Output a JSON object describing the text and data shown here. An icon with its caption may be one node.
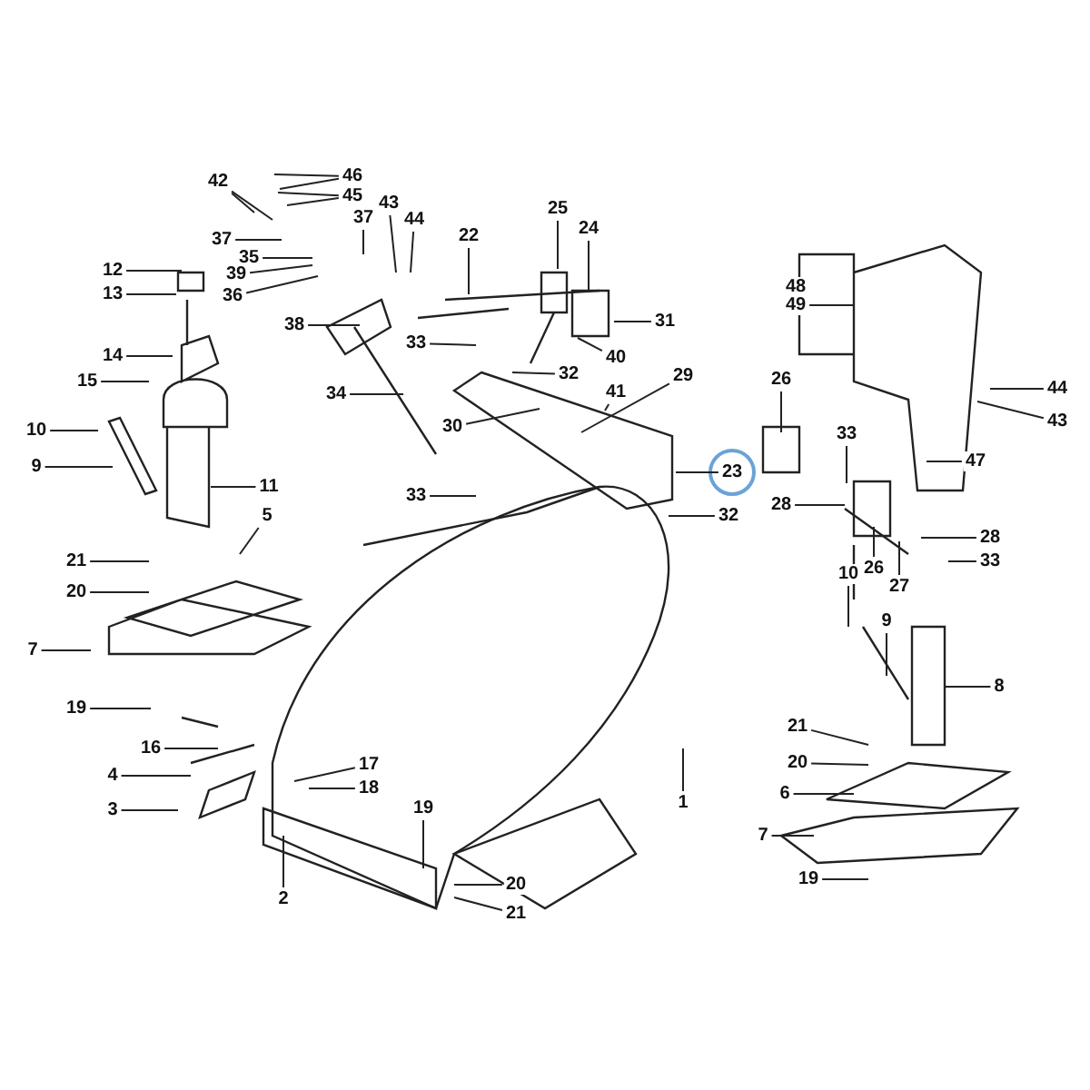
{
  "diagram": {
    "nodes": [
      {
        "text": [
          "46"
        ]
      },
      {
        "text": [
          "45"
        ]
      },
      {
        "text": [
          "42"
        ]
      },
      {
        "text": [
          "37"
        ]
      },
      {
        "text": [
          "35"
        ]
      },
      {
        "text": [
          "39"
        ]
      },
      {
        "text": [
          "36"
        ]
      },
      {
        "text": [
          "43"
        ]
      },
      {
        "text": [
          "44"
        ]
      },
      {
        "text": [
          "37"
        ]
      },
      {
        "text": [
          "12"
        ]
      },
      {
        "text": [
          "13"
        ]
      },
      {
        "text": [
          "14"
        ]
      },
      {
        "text": [
          "15"
        ]
      },
      {
        "text": [
          "10"
        ]
      },
      {
        "text": [
          "9"
        ]
      },
      {
        "text": [
          "11"
        ]
      },
      {
        "text": [
          "38"
        ]
      },
      {
        "text": [
          "34"
        ]
      },
      {
        "text": [
          "5"
        ]
      },
      {
        "text": [
          "21"
        ]
      },
      {
        "text": [
          "20"
        ]
      },
      {
        "text": [
          "7"
        ]
      },
      {
        "text": [
          "19"
        ]
      },
      {
        "text": [
          "22"
        ]
      },
      {
        "text": [
          "25"
        ]
      },
      {
        "text": [
          "24"
        ]
      },
      {
        "text": [
          "31"
        ]
      },
      {
        "text": [
          "33"
        ]
      },
      {
        "text": [
          "40"
        ]
      },
      {
        "text": [
          "32"
        ]
      },
      {
        "text": [
          "41"
        ]
      },
      {
        "text": [
          "29"
        ]
      },
      {
        "text": [
          "30"
        ]
      },
      {
        "text": [
          "23"
        ]
      },
      {
        "text": [
          "33"
        ]
      },
      {
        "text": [
          "32"
        ]
      },
      {
        "text": [
          "26"
        ]
      },
      {
        "text": [
          "26"
        ]
      },
      {
        "text": [
          "49"
        ]
      },
      {
        "text": [
          "47"
        ]
      },
      {
        "text": [
          "44"
        ]
      },
      {
        "text": [
          "43"
        ]
      },
      {
        "text": [
          "33"
        ]
      },
      {
        "text": [
          "28"
        ]
      },
      {
        "text": [
          "28"
        ]
      },
      {
        "text": [
          "33"
        ]
      },
      {
        "text": [
          "27"
        ]
      },
      {
        "text": [
          "10"
        ]
      },
      {
        "text": [
          "9"
        ]
      },
      {
        "text": [
          "8"
        ]
      },
      {
        "text": [
          "21"
        ]
      },
      {
        "text": [
          "20"
        ]
      },
      {
        "text": [
          "6"
        ]
      },
      {
        "text": [
          "7"
        ]
      },
      {
        "text": [
          "19"
        ]
      },
      {
        "text": [
          "1"
        ]
      },
      {
        "text": [
          "16"
        ]
      },
      {
        "text": [
          "4"
        ]
      },
      {
        "text": [
          "3"
        ]
      },
      {
        "text": [
          "17"
        ]
      },
      {
        "text": [
          "18"
        ]
      },
      {
        "text": [
          "2"
        ]
      },
      {
        "text": [
          "19"
        ]
      },
      {
        "text": [
          "20"
        ]
      },
      {
        "text": [
          "21"
        ]
      },
      {
        "text": [
          "48"
        ]
      }
    ],
    "edges": [
      {
        "from": 0,
        "to": null,
        "arrow": "none"
      },
      {
        "from": 0,
        "to": null,
        "arrow": "none"
      },
      {
        "from": 1,
        "to": null,
        "arrow": "none"
      },
      {
        "from": 1,
        "to": null,
        "arrow": "none"
      },
      {
        "from": 2,
        "to": null,
        "arrow": "none"
      },
      {
        "from": 2,
        "to": null,
        "arrow": "none"
      },
      {
        "from": 3,
        "to": null,
        "arrow": "none"
      },
      {
        "from": 4,
        "to": null,
        "arrow": "none"
      },
      {
        "from": 5,
        "to": null,
        "arrow": "none"
      },
      {
        "from": 6,
        "to": null,
        "arrow": "none"
      },
      {
        "from": 7,
        "to": null,
        "arrow": "none"
      },
      {
        "from": 8,
        "to": null,
        "arrow": "none"
      },
      {
        "from": 9,
        "to": null,
        "arrow": "none"
      },
      {
        "from": 10,
        "to": null,
        "arrow": "none"
      },
      {
        "from": 11,
        "to": null,
        "arrow": "none"
      },
      {
        "from": 12,
        "to": null,
        "arrow": "none"
      },
      {
        "from": 13,
        "to": null,
        "arrow": "none"
      },
      {
        "from": 14,
        "to": null,
        "arrow": "none"
      },
      {
        "from": 15,
        "to": null,
        "arrow": "none"
      },
      {
        "from": 16,
        "to": null,
        "arrow": "none"
      },
      {
        "from": 17,
        "to": null,
        "arrow": "none"
      },
      {
        "from": 18,
        "to": null,
        "arrow": "none"
      },
      {
        "from": 19,
        "to": null,
        "arrow": "none"
      },
      {
        "from": 20,
        "to": null,
        "arrow": "none"
      },
      {
        "from": 21,
        "to": null,
        "arrow": "none"
      },
      {
        "from": 22,
        "to": null,
        "arrow": "none"
      },
      {
        "from": 23,
        "to": null,
        "arrow": "none"
      },
      {
        "from": 24,
        "to": null,
        "arrow": "none"
      },
      {
        "from": 25,
        "to": null,
        "arrow": "none"
      },
      {
        "from": 26,
        "to": null,
        "arrow": "none"
      },
      {
        "from": 27,
        "to": null,
        "arrow": "none"
      },
      {
        "from": 28,
        "to": null,
        "arrow": "none"
      },
      {
        "from": 29,
        "to": null,
        "arrow": "none"
      },
      {
        "from": 30,
        "to": null,
        "arrow": "none"
      },
      {
        "from": 31,
        "to": null,
        "arrow": "none"
      },
      {
        "from": 32,
        "to": null,
        "arrow": "none"
      },
      {
        "from": 33,
        "to": null,
        "arrow": "none"
      },
      {
        "from": 34,
        "to": null,
        "arrow": "none"
      },
      {
        "from": 35,
        "to": null,
        "arrow": "none"
      },
      {
        "from": 36,
        "to": null,
        "arrow": "none"
      },
      {
        "from": 37,
        "to": null,
        "arrow": "none"
      },
      {
        "from": 38,
        "to": null,
        "arrow": "none"
      },
      {
        "from": 39,
        "to": null,
        "arrow": "none"
      },
      {
        "from": 40,
        "to": null,
        "arrow": "none"
      },
      {
        "from": 41,
        "to": null,
        "arrow": "none"
      },
      {
        "from": 42,
        "to": null,
        "arrow": "none"
      },
      {
        "from": 43,
        "to": null,
        "arrow": "none"
      },
      {
        "from": 44,
        "to": null,
        "arrow": "none"
      },
      {
        "from": 45,
        "to": null,
        "arrow": "none"
      },
      {
        "from": 46,
        "to": null,
        "arrow": "none"
      },
      {
        "from": 47,
        "to": null,
        "arrow": "none"
      },
      {
        "from": 48,
        "to": null,
        "arrow": "none"
      },
      {
        "from": 49,
        "to": null,
        "arrow": "none"
      },
      {
        "from": 50,
        "to": null,
        "arrow": "none"
      },
      {
        "from": 51,
        "to": null,
        "arrow": "none"
      },
      {
        "from": 52,
        "to": null,
        "arrow": "none"
      },
      {
        "from": 53,
        "to": null,
        "arrow": "none"
      },
      {
        "from": 54,
        "to": null,
        "arrow": "none"
      },
      {
        "from": 55,
        "to": null,
        "arrow": "none"
      },
      {
        "from": 56,
        "to": null,
        "arrow": "none"
      },
      {
        "from": 57,
        "to": null,
        "arrow": "none"
      },
      {
        "from": 58,
        "to": null,
        "arrow": "none"
      },
      {
        "from": 59,
        "to": null,
        "arrow": "none"
      },
      {
        "from": 60,
        "to": null,
        "arrow": "none"
      },
      {
        "from": 61,
        "to": null,
        "arrow": "none"
      },
      {
        "from": 62,
        "to": null,
        "arrow": "none"
      },
      {
        "from": 63,
        "to": null,
        "arrow": "none"
      },
      {
        "from": 64,
        "to": null,
        "arrow": "none"
      },
      {
        "from": 65,
        "to": null,
        "arrow": "none"
      }
    ]
  }
}
